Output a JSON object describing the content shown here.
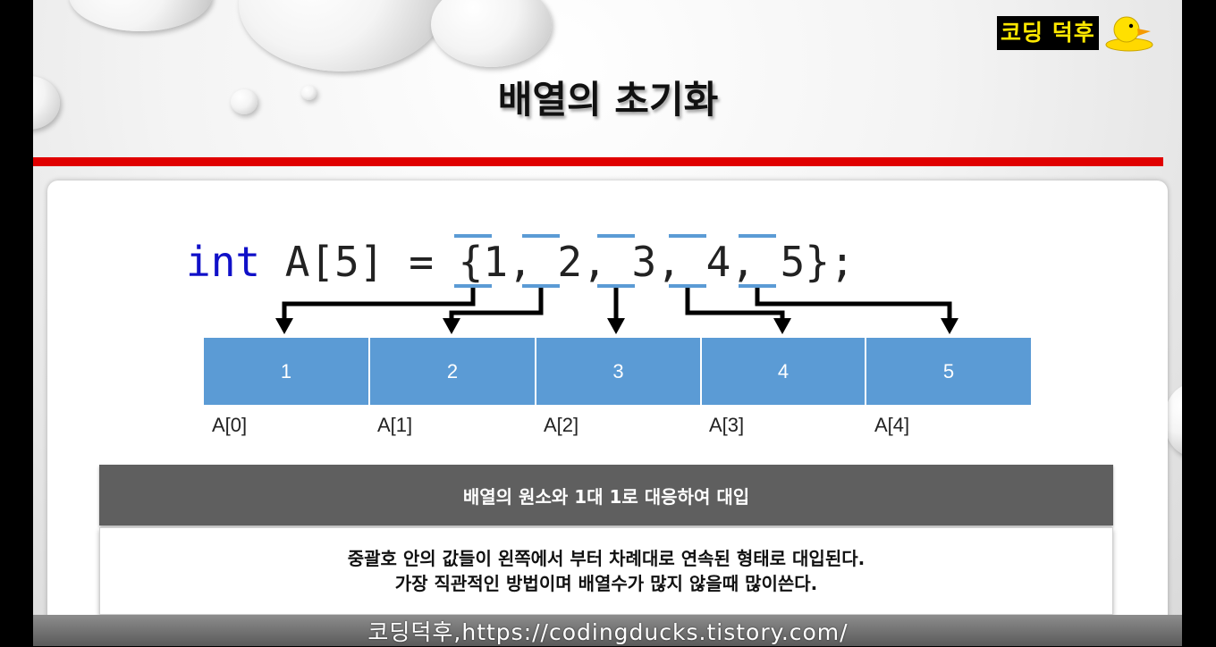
{
  "header": {
    "logo_text": "코딩 덕후",
    "title": "배열의 초기화"
  },
  "code": {
    "keyword": "int",
    "rest": " A[5] = {1, 2, 3, 4, 5};"
  },
  "array": {
    "values": [
      "1",
      "2",
      "3",
      "4",
      "5"
    ],
    "indices": [
      "A[0]",
      "A[1]",
      "A[2]",
      "A[3]",
      "A[4]"
    ]
  },
  "banner": "배열의 원소와 1대 1로 대응하여 대입",
  "description": {
    "line1": "중괄호 안의 값들이 왼쪽에서 부터 차례대로 연속된 형태로 대입된다.",
    "line2": "가장 직관적인 방법이며 배열수가 많지 않을때 많이쓴다."
  },
  "footer": "코딩덕후,https://codingducks.tistory.com/",
  "colors": {
    "accent_red": "#e00000",
    "cell_blue": "#5b9bd5",
    "logo_yellow": "#ffe800",
    "keyword_blue": "#1010c8",
    "banner_gray": "#5f5f5f"
  }
}
